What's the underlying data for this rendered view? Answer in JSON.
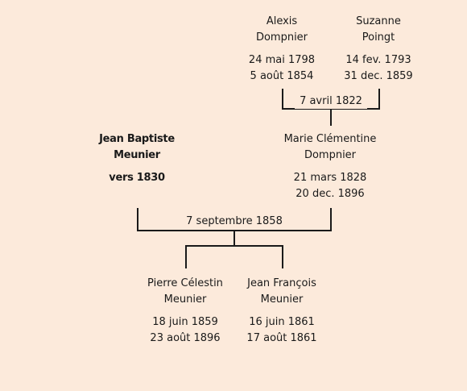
{
  "people": {
    "alexis": {
      "first": "Alexis",
      "last": "Dompnier",
      "birth": "24 mai 1798",
      "death": "5 août 1854"
    },
    "suzanne": {
      "first": "Suzanne",
      "last": "Poingt",
      "birth": "14 fev. 1793",
      "death": "31 dec. 1859"
    },
    "jean_baptiste": {
      "first": "Jean Baptiste",
      "last": "Meunier",
      "birth": "vers 1830"
    },
    "marie": {
      "first": "Marie Clémentine",
      "last": "Dompnier",
      "birth": "21 mars 1828",
      "death": "20 dec. 1896"
    },
    "pierre": {
      "first": "Pierre Célestin",
      "last": "Meunier",
      "birth": "18 juin 1859",
      "death": "23 août 1896"
    },
    "jean_francois": {
      "first": "Jean François",
      "last": "Meunier",
      "birth": "16 juin 1861",
      "death": "17 août 1861"
    }
  },
  "marriages": {
    "alexis_suzanne": "7 avril 1822",
    "jean_baptiste_marie": "7 septembre 1858"
  },
  "colors": {
    "background": "#fceadb",
    "line": "#1a1a1a",
    "text": "#1a1a1a"
  }
}
